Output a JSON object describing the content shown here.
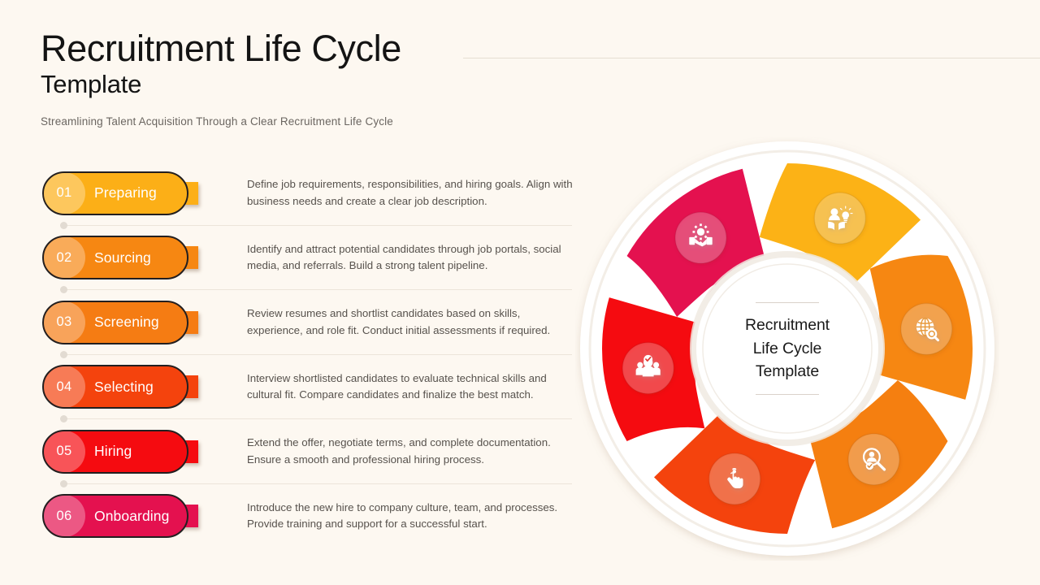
{
  "header": {
    "title_line_1": "Recruitment Life Cycle",
    "title_line_2": "Template",
    "subtitle": "Streamlining Talent Acquisition Through a Clear Recruitment Life Cycle"
  },
  "hub": {
    "line1": "Recruitment",
    "line2": "Life Cycle",
    "line3": "Template"
  },
  "steps": [
    {
      "number": "01",
      "label": "Preparing",
      "description": "Define job requirements, responsibilities, and hiring goals. Align with business needs and create a clear job description.",
      "color": "#fcaf17",
      "icon": "book-lightbulb-icon"
    },
    {
      "number": "02",
      "label": "Sourcing",
      "description": "Identify and attract potential candidates through job portals, social media, and referrals. Build a strong talent pipeline.",
      "color": "#f68712",
      "icon": "globe-search-icon"
    },
    {
      "number": "03",
      "label": "Screening",
      "description": "Review resumes and shortlist candidates based on skills, experience, and role fit. Conduct initial assessments if required.",
      "color": "#f57c13",
      "icon": "candidate-search-icon"
    },
    {
      "number": "04",
      "label": "Selecting",
      "description": "Interview shortlisted candidates to evaluate technical skills and cultural fit. Compare candidates and finalize the best match.",
      "color": "#f4430d",
      "icon": "click-hand-icon"
    },
    {
      "number": "05",
      "label": "Hiring",
      "description": "Extend the offer, negotiate terms, and complete documentation. Ensure a smooth and professional hiring process.",
      "color": "#f50b10",
      "icon": "team-approved-icon"
    },
    {
      "number": "06",
      "label": "Onboarding",
      "description": "Introduce the new hire to company culture, team, and processes. Provide training and support for a successful start.",
      "color": "#e4114f",
      "icon": "handshake-gear-icon"
    }
  ],
  "wheel": {
    "segments": [
      {
        "name": "preparing-segment",
        "color": "#fcb216",
        "rotation": 0,
        "icon": "book-lightbulb-icon"
      },
      {
        "name": "sourcing-segment",
        "color": "#f68712",
        "rotation": 60,
        "icon": "globe-search-icon"
      },
      {
        "name": "screening-segment",
        "color": "#f57f10",
        "rotation": 120,
        "icon": "candidate-search-icon"
      },
      {
        "name": "selecting-segment",
        "color": "#f4430d",
        "rotation": 180,
        "icon": "click-hand-icon"
      },
      {
        "name": "hiring-segment",
        "color": "#f50b10",
        "rotation": 240,
        "icon": "team-approved-icon"
      },
      {
        "name": "onboarding-segment",
        "color": "#e4114f",
        "rotation": 300,
        "icon": "handshake-gear-icon"
      }
    ],
    "outer_ring_color": "#ffffff",
    "background_color": "#fdf8f1"
  },
  "colors": {
    "background": "#fdf8f1",
    "title": "#141414",
    "subtitle": "#6b6661",
    "body_text": "#57524d",
    "divider": "#ece4da",
    "pill_outline": "#231f20"
  }
}
